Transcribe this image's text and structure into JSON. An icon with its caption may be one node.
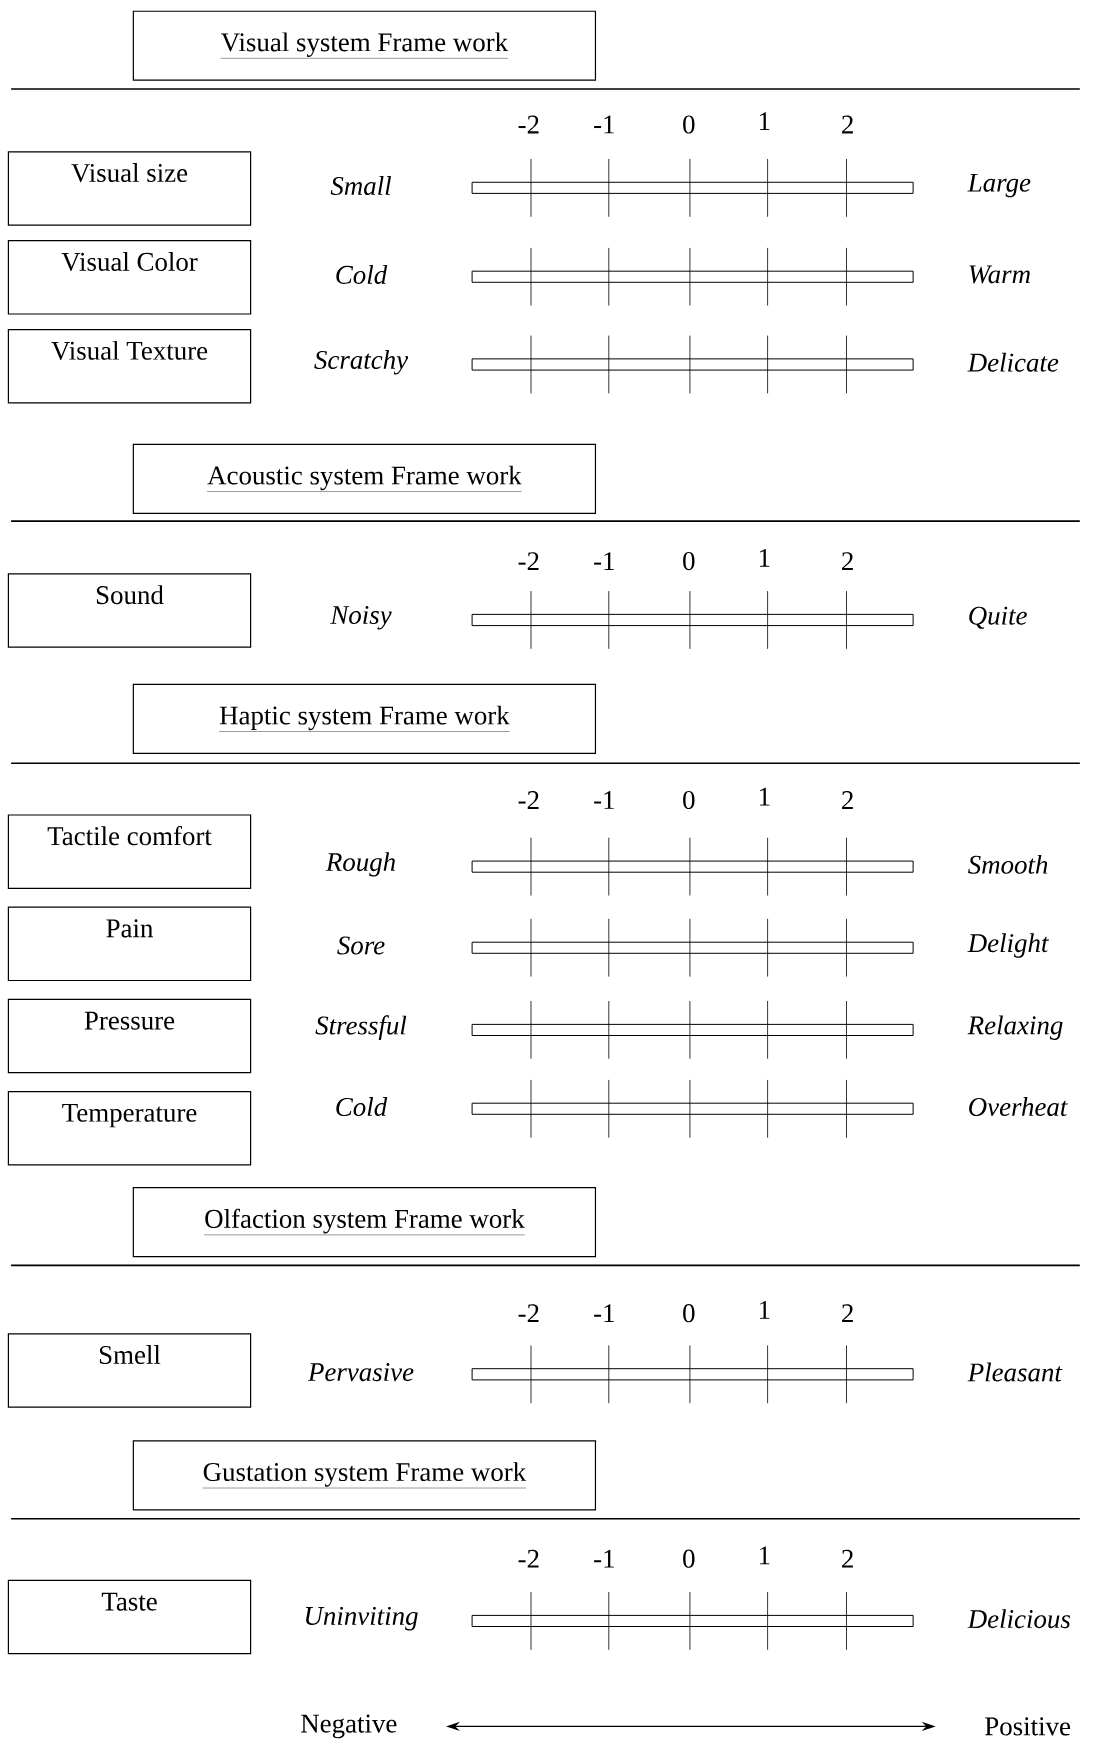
{
  "diagram": {
    "nodes": [
      {
        "text": [
          "Visual system Frame work"
        ]
      },
      {
        "text": [
          "Visual size"
        ]
      },
      {
        "text": [
          "Visual Color"
        ]
      },
      {
        "text": [
          "Visual Texture"
        ]
      },
      {
        "text": [
          "Acoustic system Frame work"
        ]
      },
      {
        "text": [
          "Sound"
        ]
      },
      {
        "text": [
          "Haptic system Frame work"
        ]
      },
      {
        "text": [
          "Tactile comfort"
        ]
      },
      {
        "text": [
          "Pain"
        ]
      },
      {
        "text": [
          "Pressure"
        ]
      },
      {
        "text": [
          "Temperature"
        ]
      },
      {
        "text": [
          "Olfaction system Frame work"
        ]
      },
      {
        "text": [
          "Smell"
        ]
      },
      {
        "text": [
          "Gustation system Frame work"
        ]
      },
      {
        "text": [
          "Taste"
        ]
      },
      {
        "text": [
          "Negative"
        ]
      },
      {
        "text": [
          "Positive"
        ]
      }
    ],
    "edges": [
      {
        "from": 15,
        "to": 16,
        "arrow": "both"
      }
    ],
    "labels": [
      "-2",
      "-1",
      "0",
      "1",
      "2",
      "Small",
      "Large",
      "Cold",
      "Warm",
      "Scratchy",
      "Delicate",
      "-2",
      "-1",
      "0",
      "1",
      "2",
      "Noisy",
      "Quite",
      "-2",
      "-1",
      "0",
      "1",
      "2",
      "Rough",
      "Smooth",
      "Sore",
      "Delight",
      "Stressful",
      "Relaxing",
      "Cold",
      "Overheat",
      "-2",
      "-1",
      "0",
      "1",
      "2",
      "Pervasive",
      "Pleasant",
      "-2",
      "-1",
      "0",
      "1",
      "2",
      "Uninviting",
      "Delicious"
    ]
  }
}
